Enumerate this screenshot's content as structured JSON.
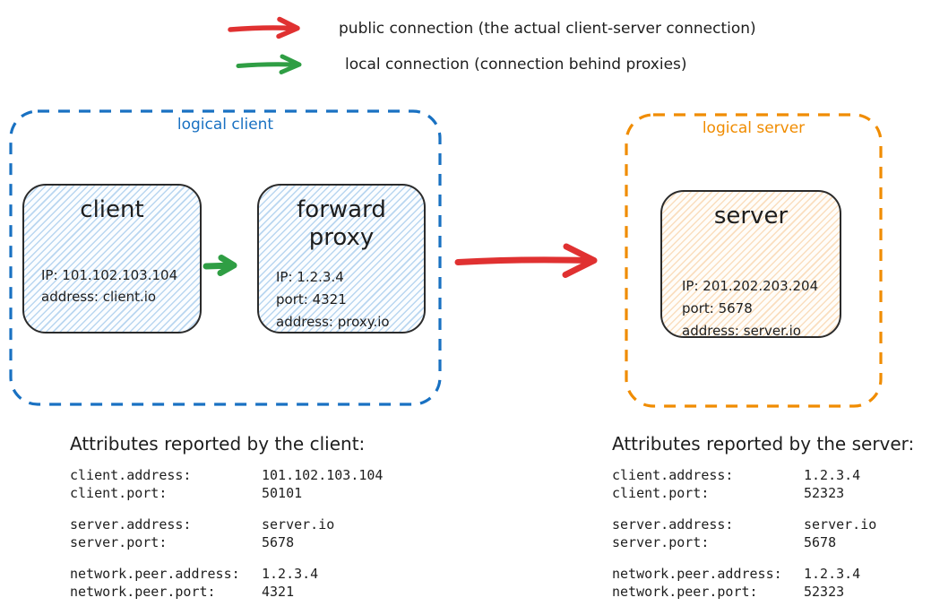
{
  "colors": {
    "public_connection_red": "#e03131",
    "local_connection_green": "#2f9e44",
    "logical_client_blue": "#1971c2",
    "logical_server_orange": "#f08c00",
    "ink": "#1e1e1e",
    "client_fill": "#d9eafa",
    "server_fill": "#f9e8d4"
  },
  "legend": {
    "items": [
      {
        "icon": "public-connection-arrow",
        "color": "#e03131",
        "label": "public connection (the actual client-server connection)"
      },
      {
        "icon": "local-connection-arrow",
        "color": "#2f9e44",
        "label": "local connection (connection behind proxies)"
      }
    ]
  },
  "diagram": {
    "logical_client": {
      "label": "logical client",
      "color": "#1971c2",
      "nodes": {
        "client": {
          "title": "client",
          "lines": [
            "IP: 101.102.103.104",
            "address: client.io"
          ]
        },
        "forward_proxy": {
          "title": "forward proxy",
          "lines": [
            "IP: 1.2.3.4",
            "port: 4321",
            "address: proxy.io"
          ]
        }
      }
    },
    "logical_server": {
      "label": "logical server",
      "color": "#f08c00",
      "nodes": {
        "server": {
          "title": "server",
          "lines": [
            "IP: 201.202.203.204",
            "port: 5678",
            "address: server.io"
          ]
        }
      }
    }
  },
  "attributes": {
    "client": {
      "heading": "Attributes reported by the client:",
      "groups": [
        {
          "rows": [
            {
              "key": "client.address:",
              "value": "101.102.103.104"
            },
            {
              "key": "client.port:",
              "value": "50101"
            }
          ]
        },
        {
          "rows": [
            {
              "key": "server.address:",
              "value": "server.io"
            },
            {
              "key": "server.port:",
              "value": "5678"
            }
          ]
        },
        {
          "rows": [
            {
              "key": "network.peer.address:",
              "value": "1.2.3.4"
            },
            {
              "key": "network.peer.port:",
              "value": "4321"
            }
          ]
        }
      ]
    },
    "server": {
      "heading": "Attributes reported by the server:",
      "groups": [
        {
          "rows": [
            {
              "key": "client.address:",
              "value": "1.2.3.4"
            },
            {
              "key": "client.port:",
              "value": "52323"
            }
          ]
        },
        {
          "rows": [
            {
              "key": "server.address:",
              "value": "server.io"
            },
            {
              "key": "server.port:",
              "value": "5678"
            }
          ]
        },
        {
          "rows": [
            {
              "key": "network.peer.address:",
              "value": "1.2.3.4"
            },
            {
              "key": "network.peer.port:",
              "value": "52323"
            }
          ]
        }
      ]
    }
  }
}
